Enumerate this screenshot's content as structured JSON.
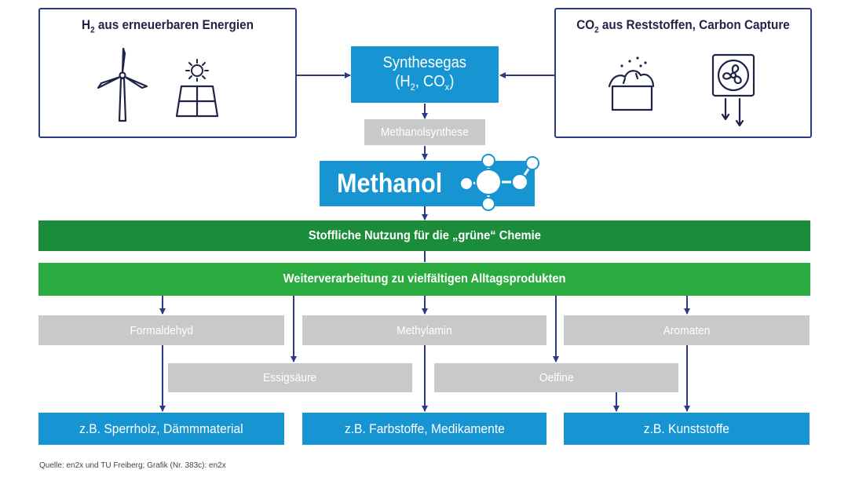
{
  "sources": {
    "left_title_pre": "H",
    "left_title_sub": "2",
    "left_title_post": " aus erneuerbaren Energien",
    "right_title_pre": "CO",
    "right_title_sub": "2",
    "right_title_post": " aus Reststoffen, Carbon Capture"
  },
  "synthesegas": {
    "line1": "Synthesegas",
    "line2_pre": "(H",
    "line2_sub1": "2",
    "line2_mid": ", CO",
    "line2_sub2": "x",
    "line2_post": ")"
  },
  "process": "Methanolsynthese",
  "methanol": "Methanol",
  "bars": {
    "green_dark": "Stoffliche Nutzung für die „grüne“ Chemie",
    "green_light": "Weiterverarbeitung zu vielfältigen Alltagsprodukten"
  },
  "intermediates": {
    "row1": [
      "Formaldehyd",
      "Methylamin",
      "Aromaten"
    ],
    "row2": [
      "Essigsäure",
      "Oelfine"
    ]
  },
  "products": [
    "z.B. Sperrholz, Dämmmaterial",
    "z.B. Farbstoffe, Medikamente",
    "z.B. Kunststoffe"
  ],
  "footer": "Quelle: en2x und TU Freiberg; Grafik (Nr. 383c): en2x",
  "colors": {
    "navy": "#2e3a86",
    "blue": "#1795d2",
    "grey": "#c8c9cb",
    "green_dark": "#1b8c3a",
    "green_light": "#2aab3f"
  },
  "icons": [
    "wind-turbine-icon",
    "solar-panel-icon",
    "sun-icon",
    "biomass-pile-icon",
    "air-capture-fan-icon"
  ]
}
